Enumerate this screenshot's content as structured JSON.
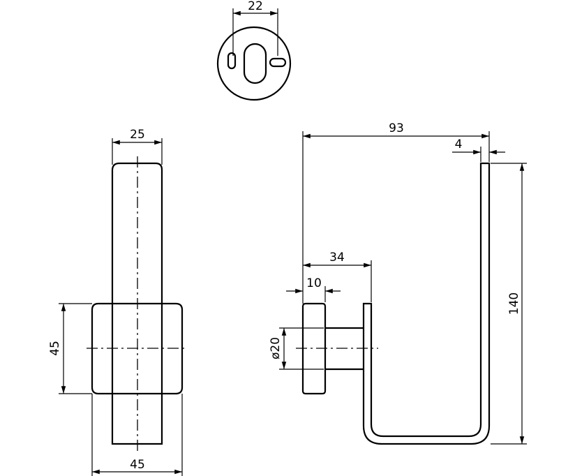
{
  "dimensions": {
    "top_hole_spacing": "22",
    "front_width": "25",
    "front_base_height": "45",
    "front_base_width": "45",
    "side_overall_depth": "93",
    "side_thickness": "4",
    "side_overall_height": "140",
    "side_mount_depth": "34",
    "side_flange_thickness": "10",
    "side_boss_diameter": "ø20"
  }
}
